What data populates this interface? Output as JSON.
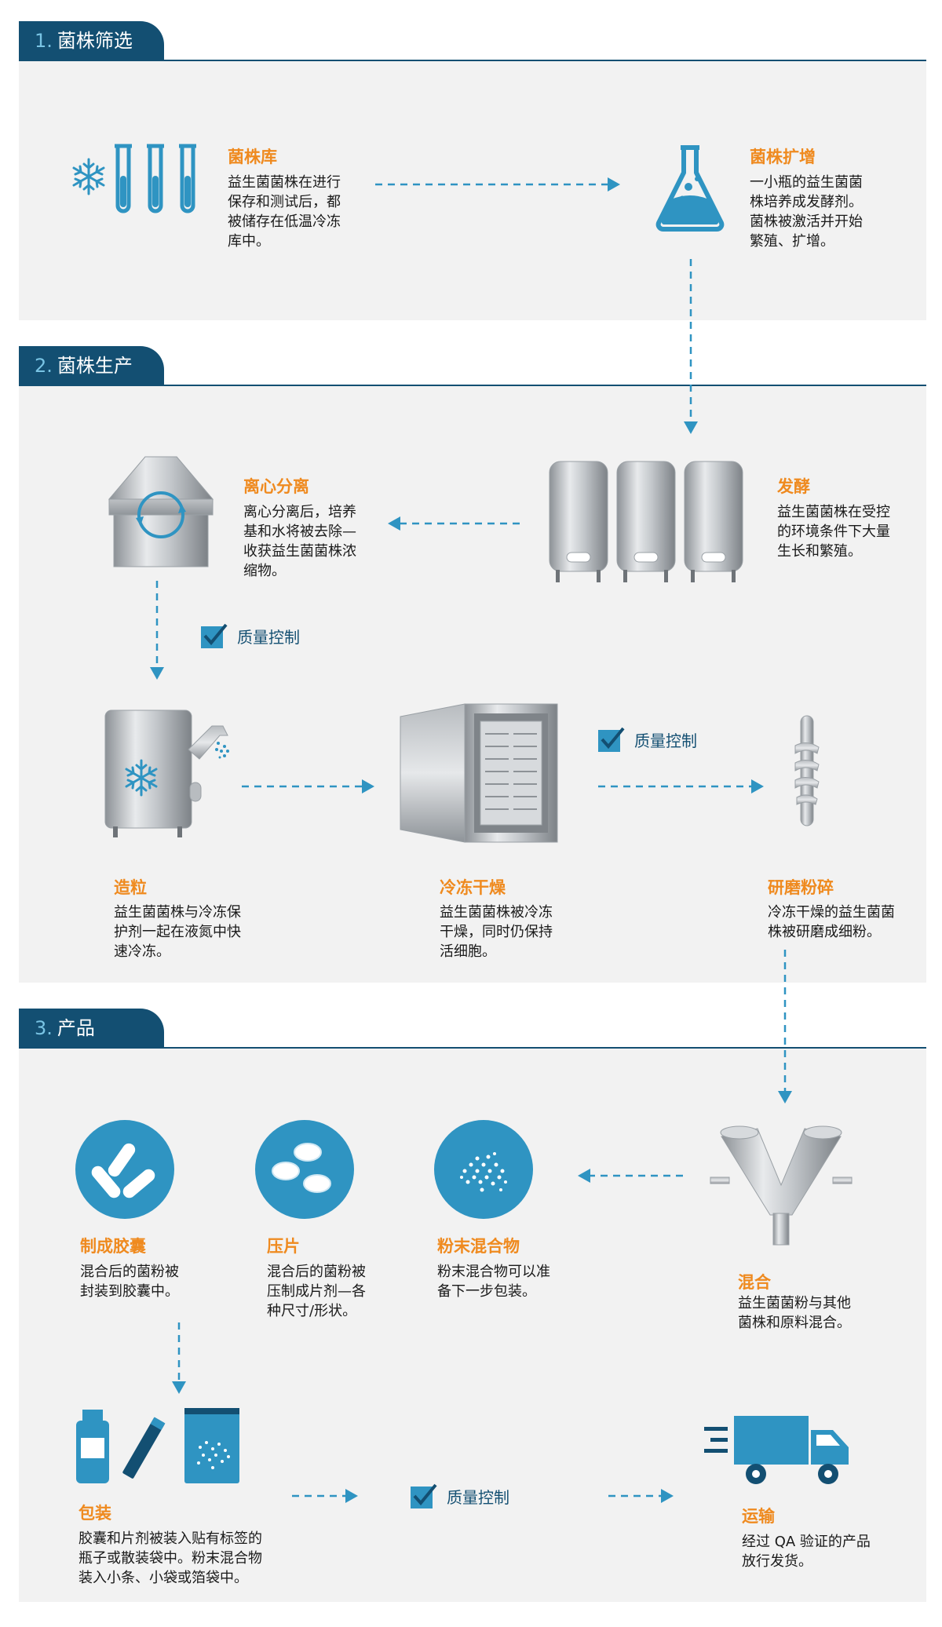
{
  "sections": [
    {
      "num": "1.",
      "label": "菌株筛选"
    },
    {
      "num": "2.",
      "label": "菌株生产"
    },
    {
      "num": "3.",
      "label": "产品"
    }
  ],
  "steps": {
    "bank": {
      "title": "菌株库",
      "desc": [
        "益生菌菌株在进行",
        "保存和测试后，都",
        "被储存在低温冷冻",
        "库中。"
      ]
    },
    "expand": {
      "title": "菌株扩增",
      "desc": [
        "一小瓶的益生菌菌",
        "株培养成发酵剂。",
        "菌株被激活并开始",
        "繁殖、扩增。"
      ]
    },
    "centrifuge": {
      "title": "离心分离",
      "desc": [
        "离心分离后，培养",
        "基和水将被去除—",
        "收获益生菌菌株浓",
        "缩物。"
      ]
    },
    "ferment": {
      "title": "发酵",
      "desc": [
        "益生菌菌株在受控",
        "的环境条件下大量",
        "生长和繁殖。"
      ]
    },
    "granulate": {
      "title": "造粒",
      "desc": [
        "益生菌菌株与冷冻保",
        "护剂一起在液氮中快",
        "速冷冻。"
      ]
    },
    "freezedry": {
      "title": "冷冻干燥",
      "desc": [
        "益生菌菌株被冷冻",
        "干燥，同时仍保持",
        "活细胞。"
      ]
    },
    "mill": {
      "title": "研磨粉碎",
      "desc": [
        "冷冻干燥的益生菌菌",
        "株被研磨成细粉。"
      ]
    },
    "capsule": {
      "title": "制成胶囊",
      "desc": [
        "混合后的菌粉被",
        "封装到胶囊中。"
      ]
    },
    "tablet": {
      "title": "压片",
      "desc": [
        "混合后的菌粉被",
        "压制成片剂—各",
        "种尺寸/形状。"
      ]
    },
    "powder": {
      "title": "粉末混合物",
      "desc": [
        "粉末混合物可以准",
        "备下一步包装。"
      ]
    },
    "blend": {
      "title": "混合",
      "desc": [
        "益生菌菌粉与其他",
        "菌株和原料混合。"
      ]
    },
    "package": {
      "title": "包装",
      "desc": [
        "胶囊和片剂被装入贴有标签的",
        "瓶子或散装袋中。粉末混合物",
        "装入小条、小袋或箔袋中。"
      ]
    },
    "ship": {
      "title": "运输",
      "desc": [
        "经过 QA 验证的产品",
        "放行发货。"
      ]
    }
  },
  "qc_label": "质量控制",
  "colors": {
    "accent": "#ef8a1f",
    "navy": "#134f72",
    "blue": "#2f94c2",
    "panel": "#f2f2f2"
  }
}
